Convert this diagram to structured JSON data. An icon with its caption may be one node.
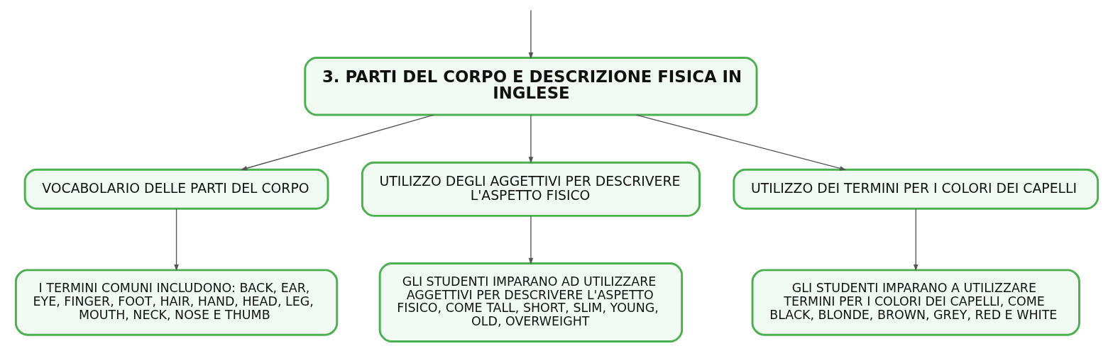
{
  "diagram": {
    "nodes": [
      {
        "text": [
          "3. PARTI DEL CORPO E DESCRIZIONE FISICA IN INGLESE"
        ]
      },
      {
        "text": [
          "VOCABOLARIO DELLE PARTI DEL CORPO"
        ]
      },
      {
        "text": [
          "UTILIZZO DEGLI AGGETTIVI PER DESCRIVERE L'ASPETTO FISICO"
        ]
      },
      {
        "text": [
          "UTILIZZO DEI TERMINI PER I COLORI DEI CAPELLI"
        ]
      },
      {
        "text": [
          "I TERMINI COMUNI INCLUDONO: BACK, EAR, EYE, FINGER, FOOT, HAIR, HAND, HEAD, LEG, MOUTH, NECK, NOSE E THUMB"
        ]
      },
      {
        "text": [
          "GLI STUDENTI IMPARANO AD UTILIZZARE AGGETTIVI PER DESCRIVERE L'ASPETTO FISICO, COME TALL, SHORT, SLIM, YOUNG, OLD, OVERWEIGHT"
        ]
      },
      {
        "text": [
          "GLI STUDENTI IMPARANO A UTILIZZARE TERMINI PER I COLORI DEI CAPELLI, COME BLACK, BLONDE, BROWN, GREY, RED E WHITE"
        ]
      }
    ],
    "edges": [
      {
        "from": null,
        "to": 0,
        "arrow": "to"
      },
      {
        "from": 0,
        "to": 1,
        "arrow": "to"
      },
      {
        "from": 0,
        "to": 2,
        "arrow": "to"
      },
      {
        "from": 0,
        "to": 3,
        "arrow": "to"
      },
      {
        "from": 1,
        "to": 4,
        "arrow": "to"
      },
      {
        "from": 2,
        "to": 5,
        "arrow": "to"
      },
      {
        "from": 3,
        "to": 6,
        "arrow": "to"
      }
    ]
  }
}
